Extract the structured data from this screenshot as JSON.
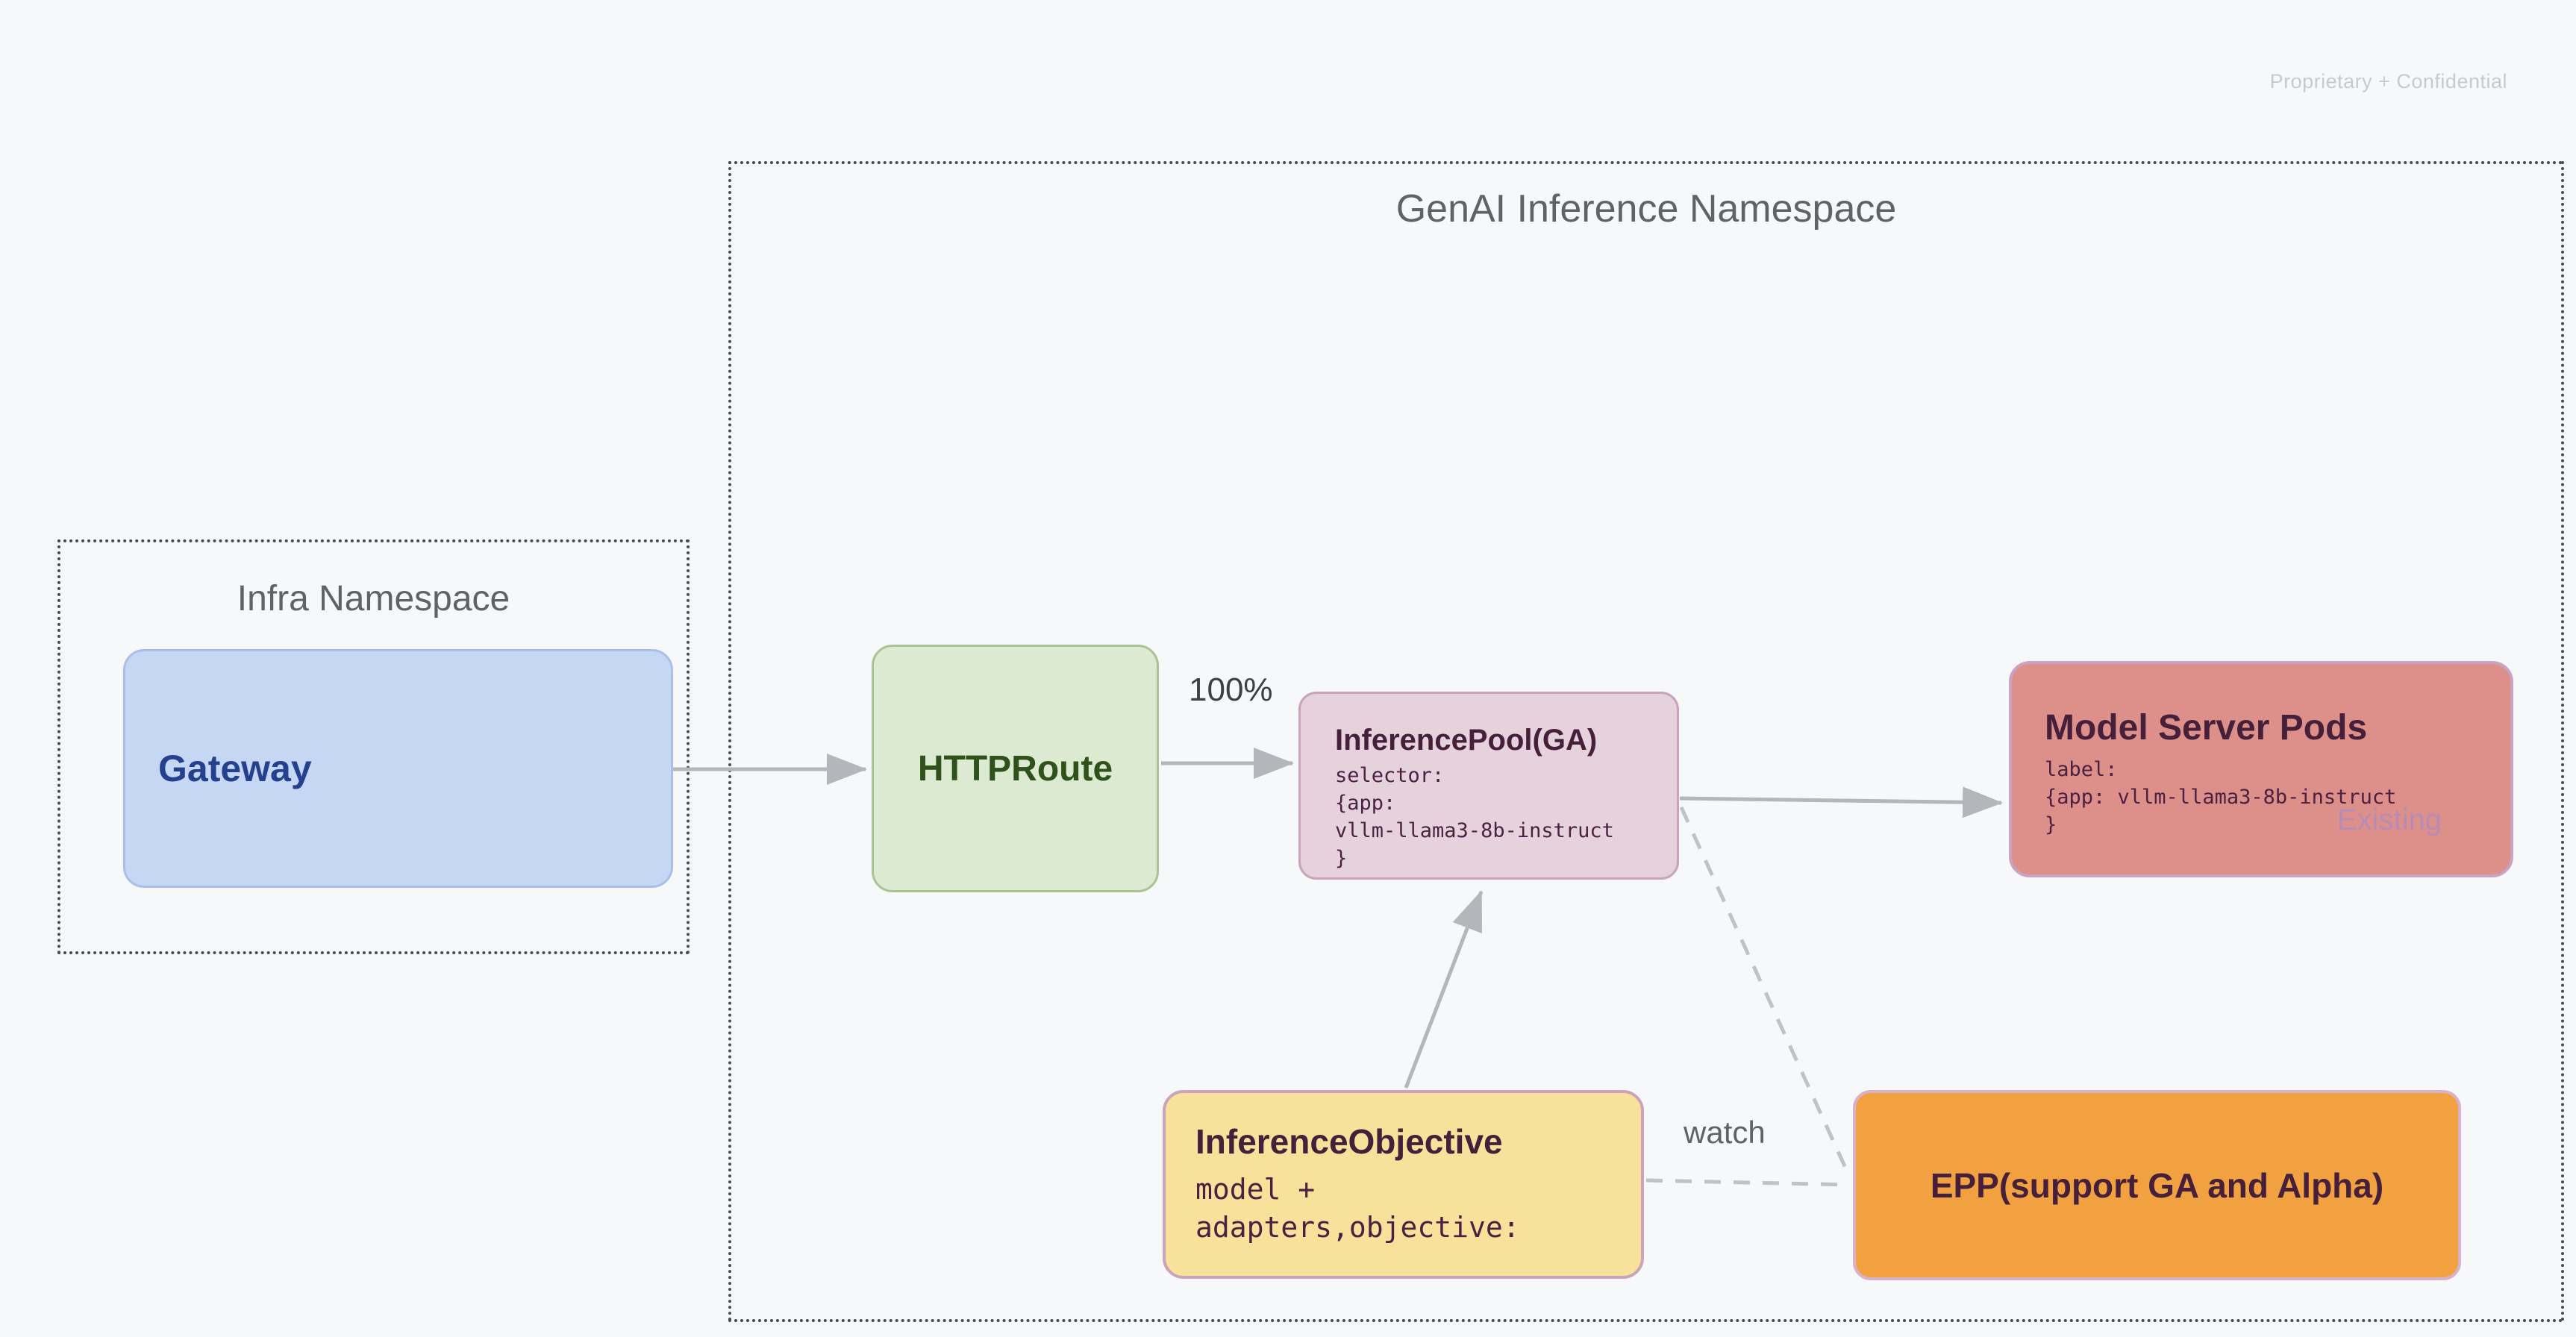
{
  "page": {
    "watermark": "Proprietary + Confidential"
  },
  "colors": {
    "background": "#f7f8f9",
    "namespace_border": "#4a4b4e",
    "namespace_title": "#5f6368",
    "gateway_fill": "#c6d7f3",
    "gateway_border": "#a9bfe9",
    "gateway_text": "#24418f",
    "httproute_fill": "#dcead2",
    "httproute_border": "#a9c492",
    "httproute_text": "#2f521b",
    "pool_fill": "#e6d2dd",
    "pool_border": "#c9a2bb",
    "model_fill": "#dd8f8a",
    "model_border": "#c8a3c3",
    "objective_fill": "#f8e19b",
    "objective_border": "#caa3bd",
    "epp_fill": "#f1a140",
    "epp_border": "#d8b2cb",
    "dark_plum_text": "#46203a",
    "existing_text": "#b78cb4",
    "arrow": "#b3b6ba",
    "dashed_line": "#bfc2c6",
    "watermark_text": "#c7cacd"
  },
  "diagram": {
    "genai_namespace": {
      "title": "GenAI Inference Namespace"
    },
    "infra_namespace": {
      "title": "Infra Namespace"
    },
    "nodes": {
      "gateway": {
        "title": "Gateway"
      },
      "httproute": {
        "title": "HTTPRoute"
      },
      "inference_pool": {
        "title": "InferencePool(GA)",
        "code_lines": [
          "selector:",
          "{app:",
          "vllm-llama3-8b-instruct",
          "}"
        ]
      },
      "model_server_pods": {
        "title": "Model Server Pods",
        "code_lines": [
          "label:",
          "{app: vllm-llama3-8b-instruct",
          "}"
        ],
        "tag": "Existing"
      },
      "inference_objective": {
        "title": "InferenceObjective",
        "code_lines": [
          "model +",
          "adapters,objective:"
        ]
      },
      "epp": {
        "title": "EPP(support GA and Alpha)"
      }
    },
    "edge_labels": {
      "traffic_split": "100%",
      "watch": "watch"
    }
  }
}
